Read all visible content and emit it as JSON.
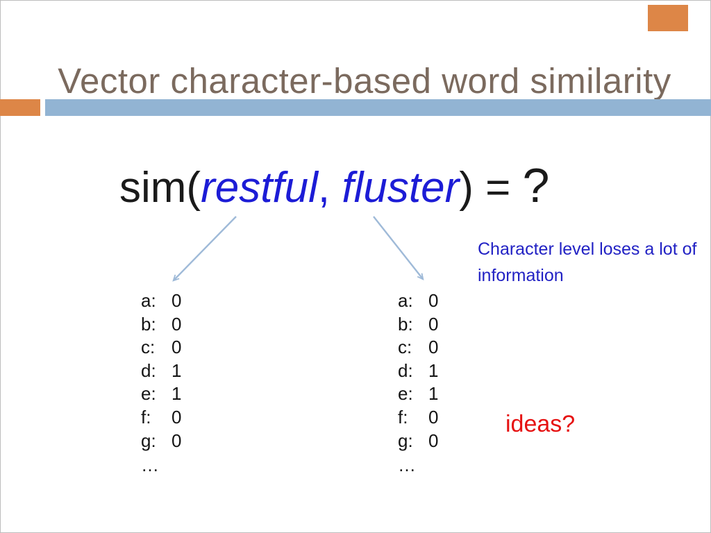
{
  "slide_title": "Vector character-based word similarity",
  "formula": {
    "function": "sim(",
    "word1": "restful",
    "separator": ", ",
    "word2": "fluster",
    "close": ")",
    "equals": " = ",
    "result": "?"
  },
  "annotation": {
    "line1": "Character level loses a lot of",
    "line2": "information"
  },
  "prompt": "ideas?",
  "vector_left": {
    "rows": [
      {
        "label": "a:",
        "value": "0"
      },
      {
        "label": "b:",
        "value": "0"
      },
      {
        "label": "c:",
        "value": "0"
      },
      {
        "label": "d:",
        "value": "1"
      },
      {
        "label": "e:",
        "value": "1"
      },
      {
        "label": "f:",
        "value": "0"
      },
      {
        "label": "g:",
        "value": "0"
      }
    ],
    "ellipsis": "…"
  },
  "vector_right": {
    "rows": [
      {
        "label": "a:",
        "value": "0"
      },
      {
        "label": "b:",
        "value": "0"
      },
      {
        "label": "c:",
        "value": "0"
      },
      {
        "label": "d:",
        "value": "1"
      },
      {
        "label": "e:",
        "value": "1"
      },
      {
        "label": "f:",
        "value": "0"
      },
      {
        "label": "g:",
        "value": "0"
      }
    ],
    "ellipsis": "…"
  },
  "colors": {
    "title_brown": "#7b6a5e",
    "accent_orange": "#dd8647",
    "band_blue": "#92b4d3",
    "word_blue": "#1c1cd6",
    "annotation_blue": "#2222c4",
    "ideas_red": "#e61212",
    "arrow_blue": "#9fbad8",
    "text_black": "#1a1a1a"
  }
}
